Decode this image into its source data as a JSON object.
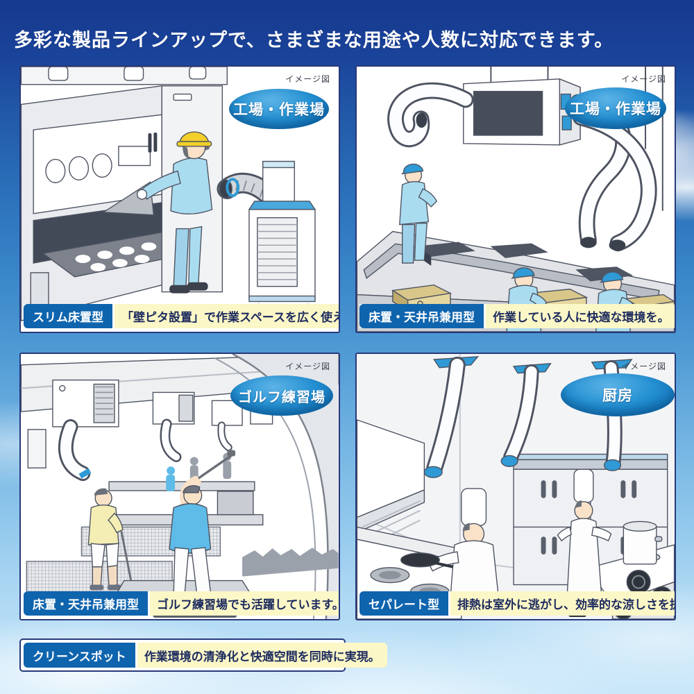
{
  "header": {
    "title": "多彩な製品ラインアップで、さまざまな用途や人数に対応できます。"
  },
  "panels": [
    {
      "scene_label": "工場・作業場",
      "image_note": "イメージ図",
      "type_label": "スリム床置型",
      "description": "「壁ピタ設置」で作業スペースを広く使えます。"
    },
    {
      "scene_label": "工場・作業場",
      "image_note": "イメージ図",
      "type_label": "床置・天井吊兼用型",
      "description": "作業している人に快適な環境を。"
    },
    {
      "scene_label": "ゴルフ練習場",
      "image_note": "イメージ図",
      "type_label": "床置・天井吊兼用型",
      "description": "ゴルフ練習場でも活躍しています。"
    },
    {
      "scene_label": "厨房",
      "image_note": "イメージ図",
      "type_label": "セパレート型",
      "description": "排熱は室外に逃がし、効率的な涼しさを提供します。"
    }
  ],
  "footer": {
    "type_label": "クリーンスポット",
    "description": "作業環境の清浄化と快適空間を同時に実現。"
  },
  "colors": {
    "sky_top": "#16398e",
    "sky_bottom": "#c6e6f9",
    "panel_border": "#28397b",
    "type_chip_blue": "#0f64ae",
    "type_desc_yellow": "#fbf7c6",
    "scene_ellipse_blue": "#0b6ab2",
    "header_text": "#ffffff"
  }
}
